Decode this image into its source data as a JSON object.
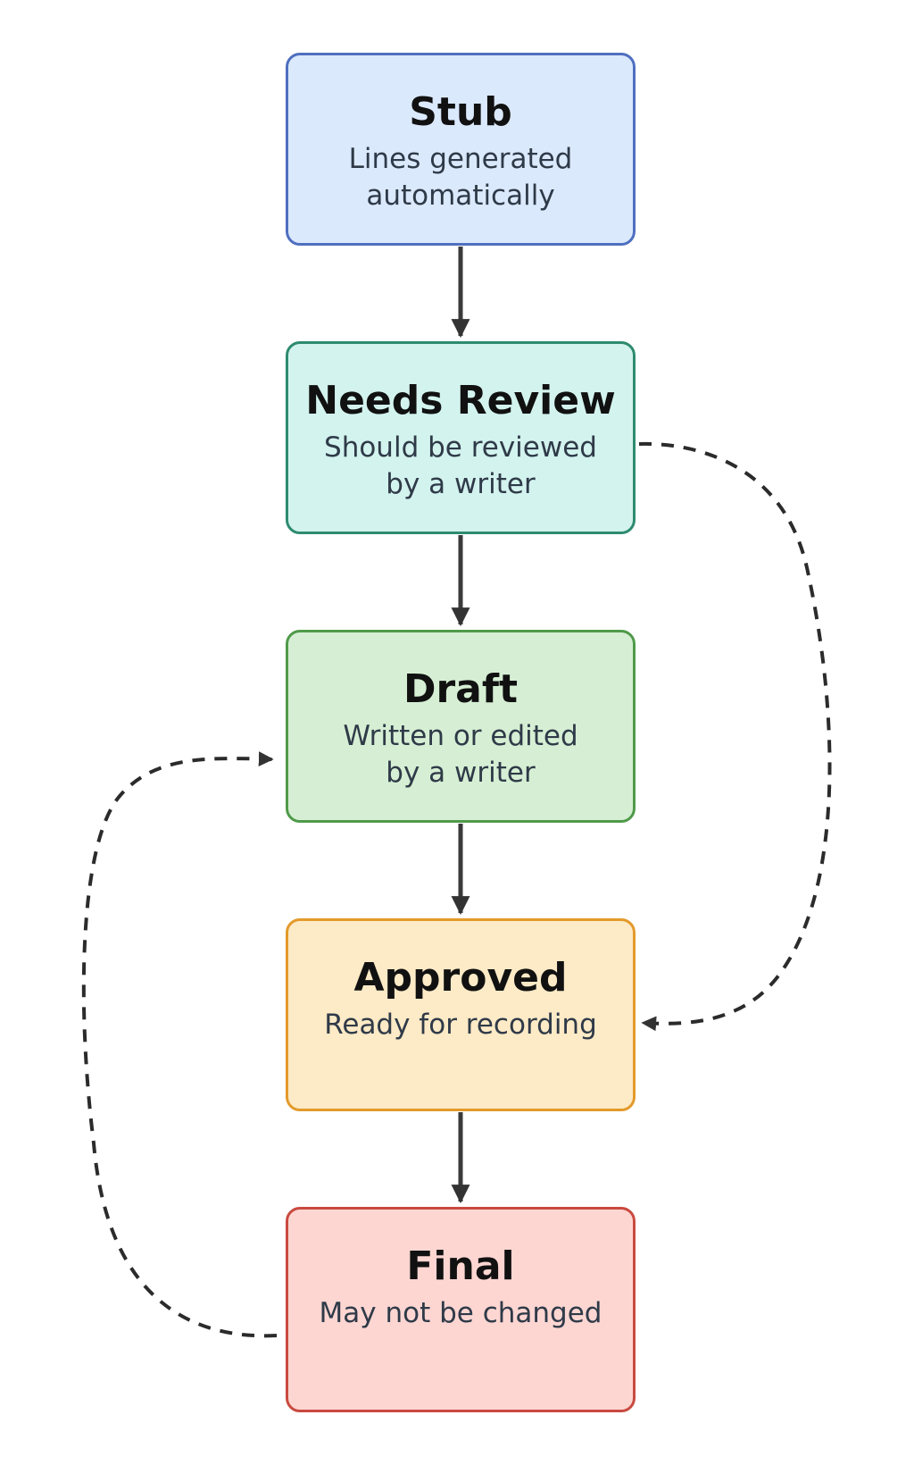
{
  "diagram": {
    "nodes": [
      {
        "id": "stub",
        "title": "Stub",
        "description": "Lines generated\nautomatically",
        "fill": "#dbe9fd",
        "border": "#4f6fbf"
      },
      {
        "id": "review",
        "title": "Needs Review",
        "description": "Should be reviewed\nby a writer",
        "fill": "#d3f3ee",
        "border": "#2e8b6f"
      },
      {
        "id": "draft",
        "title": "Draft",
        "description": "Written or edited\nby a writer",
        "fill": "#d6efd4",
        "border": "#4f9a4a"
      },
      {
        "id": "approved",
        "title": "Approved",
        "description": "Ready for recording",
        "fill": "#fdeac6",
        "border": "#e39a2b"
      },
      {
        "id": "final",
        "title": "Final",
        "description": "May not be changed",
        "fill": "#fdd6d2",
        "border": "#c94a3f"
      }
    ],
    "edges": [
      {
        "from": "stub",
        "to": "review",
        "style": "solid"
      },
      {
        "from": "review",
        "to": "draft",
        "style": "solid"
      },
      {
        "from": "draft",
        "to": "approved",
        "style": "solid"
      },
      {
        "from": "approved",
        "to": "final",
        "style": "solid"
      },
      {
        "from": "review",
        "to": "approved",
        "style": "dashed"
      },
      {
        "from": "final",
        "to": "draft",
        "style": "dashed"
      }
    ],
    "colors": {
      "solid_connector": "#3a3a3a",
      "dashed_connector": "#2b2b2b"
    }
  }
}
